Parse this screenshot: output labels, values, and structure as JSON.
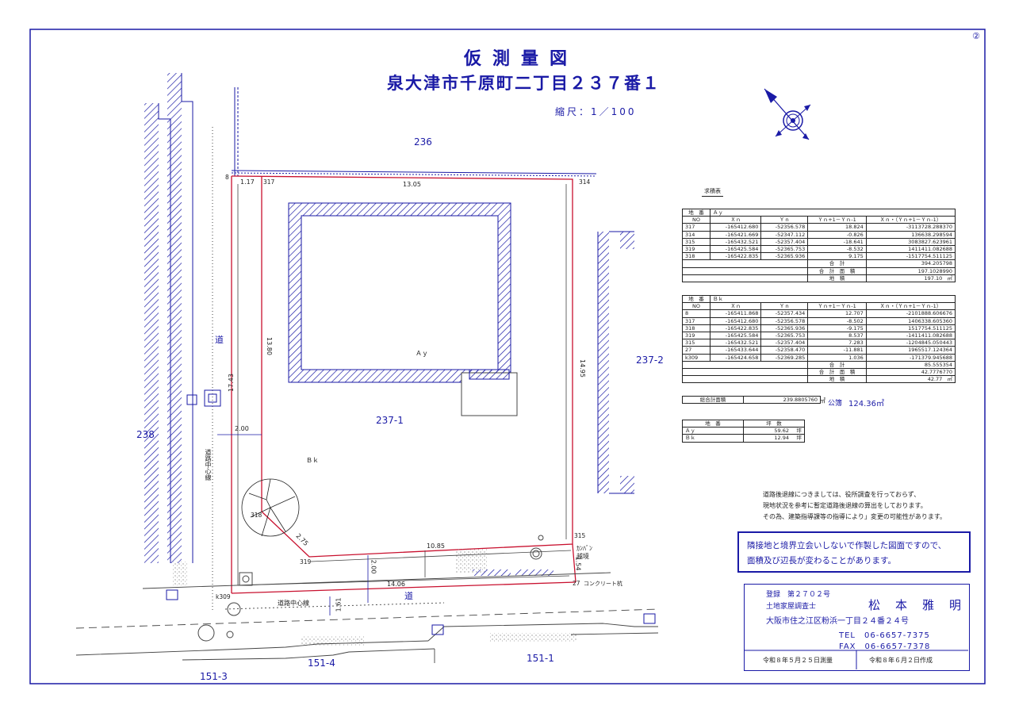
{
  "page_number": "②",
  "title": "仮測量図",
  "address": "泉大津市千原町二丁目２３７番１",
  "scale": "縮尺：1／100",
  "lots": {
    "north": "236",
    "east": "237-2",
    "west": "238",
    "main": "237-1",
    "south_a": "151-4",
    "south_b": "151-1",
    "south_c": "151-3",
    "building_ay": "Ａｙ",
    "area_bk": "Ｂｋ"
  },
  "road": {
    "label_west": "道",
    "label_south": "道",
    "centerline_vertical": "道路中心線",
    "centerline_horizontal": "道路中心線",
    "concrete_post": "コンクリート杭",
    "fence_label_a": "ｶﾝﾊﾞﾝ",
    "fence_label_b": "越境"
  },
  "dimensions": {
    "d_117": "1.17",
    "d_1305": "13.05",
    "d_1380": "13.80",
    "d_1743": "17.43",
    "d_1495": "14.95",
    "d_200a": "2.00",
    "d_200b": "2.00",
    "d_275": "2.75",
    "d_1085": "10.85",
    "d_1406": "14.06",
    "d_154": "1.54",
    "d_161": "1.61"
  },
  "points": {
    "p8": "8",
    "p317": "317",
    "p314": "314",
    "p318": "318",
    "p319": "319",
    "p315": "315",
    "p27": "27",
    "pk309": "k309"
  },
  "calc_title": "求積表",
  "table_ay": {
    "lot_label": "地　番",
    "lot_value": "Ａｙ",
    "headers": [
      "NO",
      "Ｘｎ",
      "Ｙｎ",
      "Ｙｎ+1－Ｙｎ-1",
      "Ｘｎ・（Ｙｎ+1－Ｙｎ-1）"
    ],
    "rows": [
      [
        "317",
        "-165412.680",
        "-52356.578",
        "18.824",
        "-3113728.288370"
      ],
      [
        "314",
        "-165421.669",
        "-52347.112",
        "-0.826",
        "136638.298594"
      ],
      [
        "315",
        "-165432.521",
        "-52357.404",
        "-18.641",
        "3083827.623961"
      ],
      [
        "319",
        "-165425.584",
        "-52365.753",
        "-8.532",
        "1411411.082688"
      ],
      [
        "318",
        "-165422.835",
        "-52365.936",
        "9.175",
        "-1517754.511125"
      ]
    ],
    "sum_label": "合　計",
    "sum_value": "394.205798",
    "total_label": "合　計　面　積",
    "total_value": "197.1028990",
    "area_label": "地　積",
    "area_value": "197.10",
    "unit": "㎡"
  },
  "table_bk": {
    "lot_label": "地　番",
    "lot_value": "Ｂｋ",
    "headers": [
      "NO",
      "Ｘｎ",
      "Ｙｎ",
      "Ｙｎ+1－Ｙｎ-1",
      "Ｘｎ・（Ｙｎ+1－Ｙｎ-1）"
    ],
    "rows": [
      [
        "8",
        "-165411.868",
        "-52357.434",
        "12.707",
        "-2101888.606676"
      ],
      [
        "317",
        "-165412.680",
        "-52356.578",
        "-8.502",
        "1406338.605360"
      ],
      [
        "318",
        "-165422.835",
        "-52365.936",
        "-9.175",
        "1517754.511125"
      ],
      [
        "319",
        "-165425.584",
        "-52365.753",
        "8.537",
        "-1411411.082688"
      ],
      [
        "315",
        "-165432.521",
        "-52357.404",
        "7.283",
        "-1204845.050443"
      ],
      [
        "27",
        "-165433.644",
        "-52358.470",
        "-11.881",
        "1965517.124364"
      ],
      [
        "k309",
        "-165424.658",
        "-52369.285",
        "1.036",
        "-171379.945688"
      ]
    ],
    "sum_label": "合　計",
    "sum_value": "85.555354",
    "total_label": "合　計　面　積",
    "total_value": "42.7776770",
    "area_label": "地　積",
    "area_value": "42.77",
    "unit": "㎡"
  },
  "grand_total": {
    "label": "総合計面積",
    "value": "239.8805760",
    "unit": "㎡",
    "public_label": "公簿",
    "public_value": "124.36㎡"
  },
  "tsubo_table": {
    "headers": [
      "地　番",
      "坪　数"
    ],
    "rows": [
      [
        "Ａｙ",
        "59.62",
        "坪"
      ],
      [
        "Ｂｋ",
        "12.94",
        "坪"
      ]
    ]
  },
  "notes": [
    "道路後退線につきましては、役所調査を行っておらず、",
    "現地状況を参考に暫定道路後退線の算出をしております。",
    "その為、建築指導課等の指導により」変更の可能性があります。"
  ],
  "warning": [
    "隣接地と境界立会いしないで作製した図面ですので、",
    "面積及び辺長が変わることがあります。"
  ],
  "surveyor": {
    "registration": "登録　第２７０２号",
    "title": "土地家屋調査士",
    "name": "松　本　雅　明",
    "address": "大阪市住之江区粉浜一丁目２４番２４号",
    "tel": "TEL　06-6657-7375",
    "fax": "FAX　06-6657-7378",
    "survey_date": "令和８年５月２５日測量",
    "created_date": "令和８年６月２日作成"
  },
  "colors": {
    "ink": "#1a1aa6",
    "boundary": "#c8102e",
    "line": "#222222"
  }
}
